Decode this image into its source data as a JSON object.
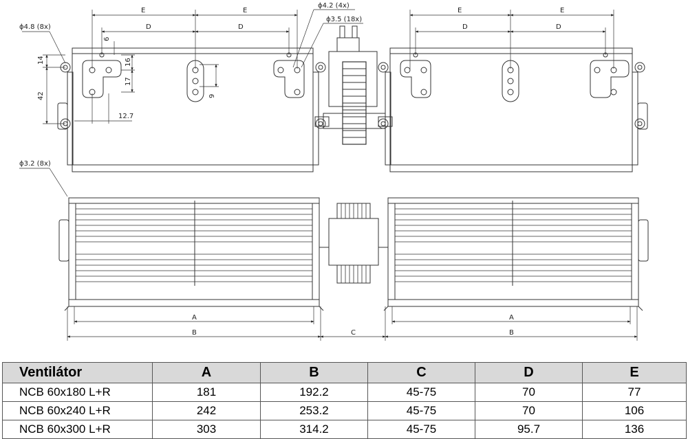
{
  "drawing": {
    "dim_labels": {
      "E": "E",
      "D": "D",
      "A": "A",
      "B": "B",
      "C": "C",
      "d48": "ϕ4.8 (8x)",
      "d42": "ϕ4.2 (4x)",
      "d35": "ϕ3.5 (18x)",
      "d32": "ϕ3.2 (8x)",
      "n6": "6",
      "n14": "14",
      "n16": "16",
      "n42": "42",
      "n17": "17",
      "n9": "9",
      "n127": "12.7"
    }
  },
  "table": {
    "headers": [
      "Ventilátor",
      "A",
      "B",
      "C",
      "D",
      "E"
    ],
    "rows": [
      [
        "NCB 60x180 L+R",
        "181",
        "192.2",
        "45-75",
        "70",
        "77"
      ],
      [
        "NCB 60x240 L+R",
        "242",
        "253.2",
        "45-75",
        "70",
        "106"
      ],
      [
        "NCB 60x300 L+R",
        "303",
        "314.2",
        "45-75",
        "95.7",
        "136"
      ]
    ]
  }
}
